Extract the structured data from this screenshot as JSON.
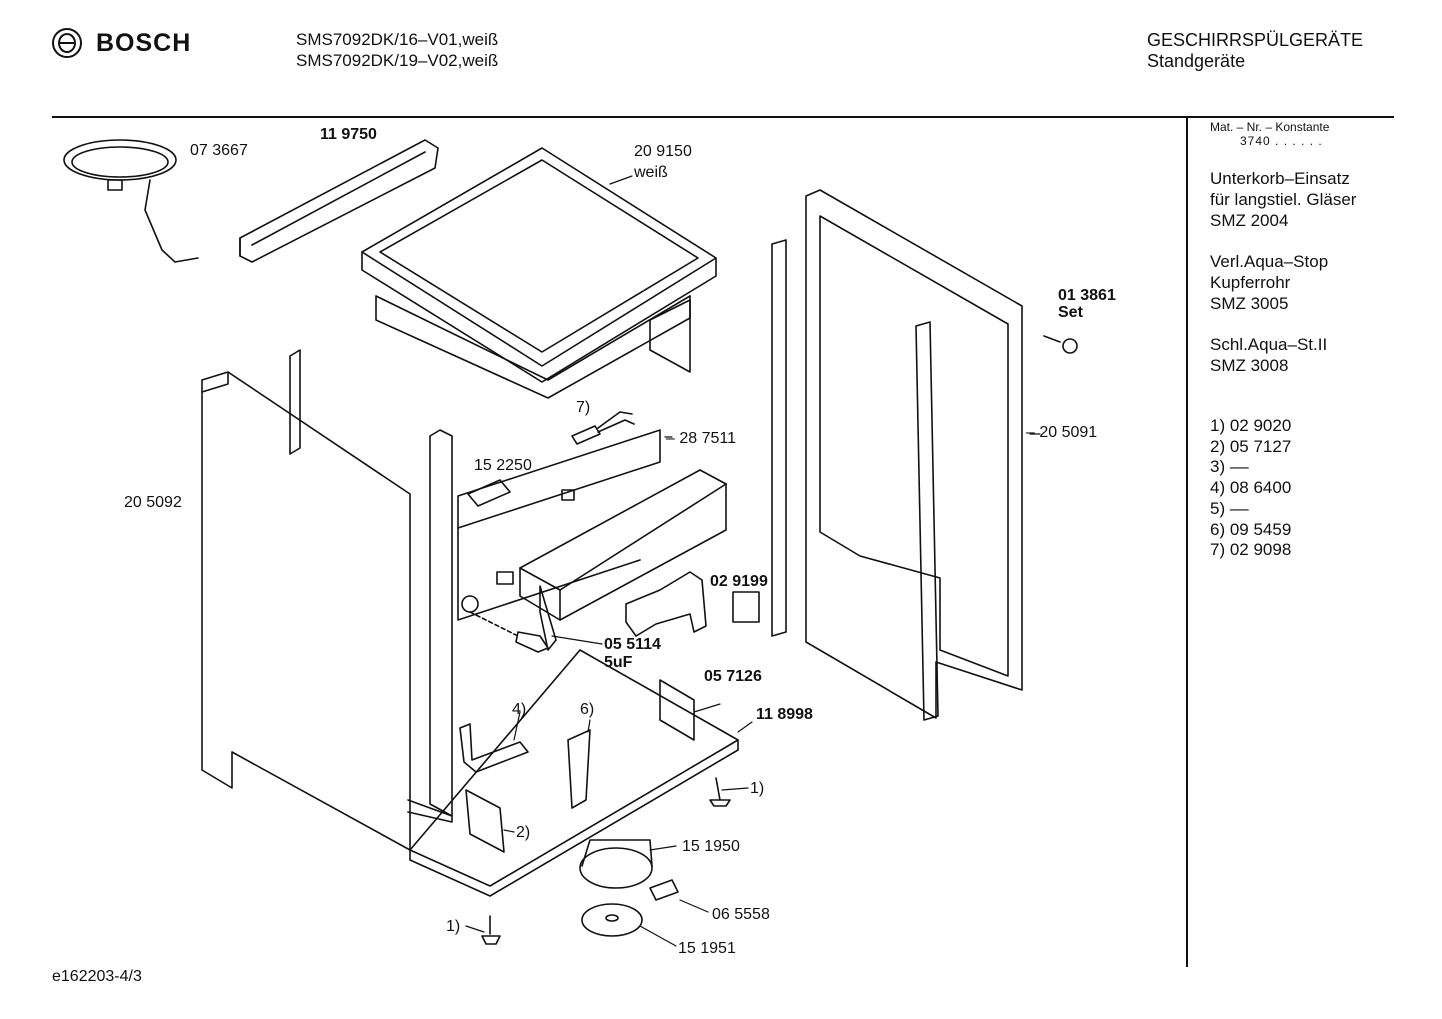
{
  "header": {
    "brand": "BOSCH",
    "models": [
      "SMS7092DK/16–V01,weiß",
      "SMS7092DK/19–V02,weiß"
    ],
    "category_title": "GESCHIRRSPÜLGERÄTE",
    "category_subtitle": "Standgeräte"
  },
  "sidebar": {
    "mat_label": "Mat. – Nr. – Konstante",
    "mat_value": "3740 . . . . . .",
    "accessories": [
      [
        "Unterkorb–Einsatz",
        "für langstiel. Gläser",
        "SMZ 2004"
      ],
      [
        "Verl.Aqua–Stop",
        "Kupferrohr",
        "SMZ 3005"
      ],
      [
        "Schl.Aqua–St.II",
        "SMZ 3008"
      ]
    ],
    "notes": [
      "1) 02 9020",
      "2) 05 7127",
      "3) ––",
      "4) 08 6400",
      "5) ––",
      "6) 09 5459",
      "7) 02 9098"
    ]
  },
  "parts": {
    "p073667": "07 3667",
    "p119750": "11 9750",
    "p209150": "20 9150",
    "weiss": "weiß",
    "p013861": "01 3861",
    "set": "Set",
    "p205091": "– 20 5091",
    "p205092": "20 5092",
    "p152250": "15 2250",
    "p287511": "– 28 7511",
    "n7": "7)",
    "p029199": "02 9199",
    "p055114": "05 5114",
    "cap": "5uF",
    "p057126": "05 7126",
    "p118998": "11 8998",
    "n4": "4)",
    "n6": "6)",
    "n1a": "1)",
    "n2": "2)",
    "p151950": "15 1950",
    "p065558": "06 5558",
    "p151951": "15 1951",
    "n1b": "1)"
  },
  "footer": {
    "code": "e162203-4/3"
  }
}
